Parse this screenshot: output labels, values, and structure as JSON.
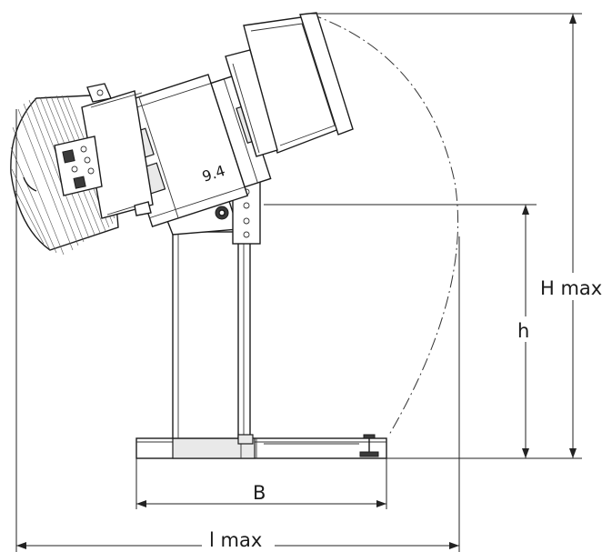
{
  "labels": {
    "height_max": "H max",
    "height": "h",
    "base_width": "B",
    "length_max": "l max",
    "model_code": "9.4"
  }
}
